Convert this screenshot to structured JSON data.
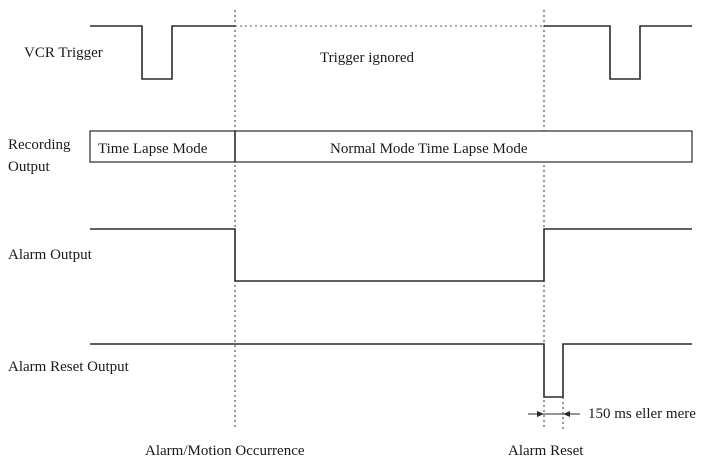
{
  "signals": {
    "vcr_trigger": "VCR Trigger",
    "recording_output_line1": "Recording",
    "recording_output_line2": "Output",
    "alarm_output": "Alarm Output",
    "alarm_reset_output": "Alarm Reset Output"
  },
  "annotations": {
    "trigger_ignored": "Trigger ignored",
    "time_lapse_mode": "Time Lapse Mode",
    "normal_mode": "Normal Mode Time Lapse Mode",
    "duration": "150 ms eller mere"
  },
  "events": {
    "alarm_motion": "Alarm/Motion Occurrence",
    "alarm_reset": "Alarm Reset"
  }
}
